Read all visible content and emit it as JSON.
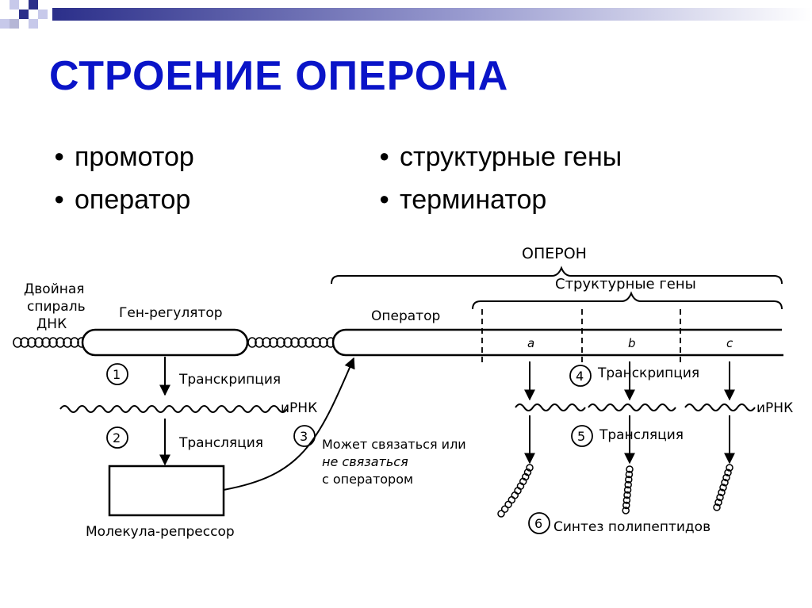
{
  "slide": {
    "title": "СТРОЕНИЕ ОПЕРОНА",
    "bullet_symbol": "●",
    "bullets_left": [
      "промотор",
      "оператор"
    ],
    "bullets_right": [
      "структурные гены",
      "терминатор"
    ],
    "colors": {
      "title": "#0a14c8",
      "deco_dark": "#2b2f8a",
      "deco_light": "#c7c9ea"
    }
  },
  "diagram": {
    "operon_label": "ОПЕРОН",
    "structural_genes_label": "Структурные гены",
    "dna_label_lines": [
      "Двойная",
      "спираль",
      "ДНК"
    ],
    "regulator_gene_label": "Ген-регулятор",
    "operator_label": "Оператор",
    "gene_letters": [
      "a",
      "b",
      "c"
    ],
    "step_numbers": [
      "1",
      "2",
      "3",
      "4",
      "5",
      "6"
    ],
    "transcription_label": "Транскрипция",
    "translation_label": "Трансляция",
    "mrna_label": "иРНК",
    "repressor_label": "Молекула-репрессор",
    "binding_lines": [
      "Может связаться или",
      "не связаться",
      "с оператором"
    ],
    "synthesis_label": "Синтез полипептидов"
  }
}
